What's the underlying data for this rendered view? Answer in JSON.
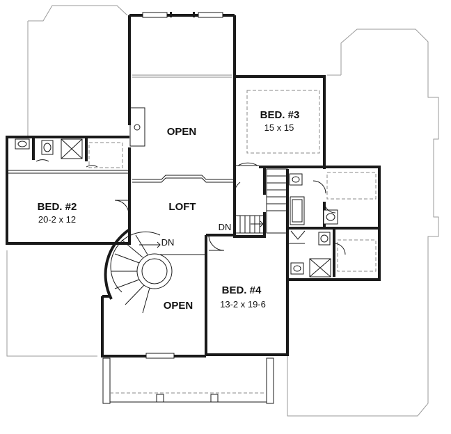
{
  "rooms": {
    "open_upper": {
      "name": "OPEN"
    },
    "bed3": {
      "name": "BED. #3",
      "dim": "15 x 15"
    },
    "bed2": {
      "name": "BED. #2",
      "dim": "20-2 x 12"
    },
    "loft": {
      "name": "LOFT"
    },
    "open_lower": {
      "name": "OPEN"
    },
    "bed4": {
      "name": "BED. #4",
      "dim": "13-2 x 19-6"
    }
  },
  "stairs": {
    "straight_label": "DN",
    "spiral_label": "DN"
  }
}
